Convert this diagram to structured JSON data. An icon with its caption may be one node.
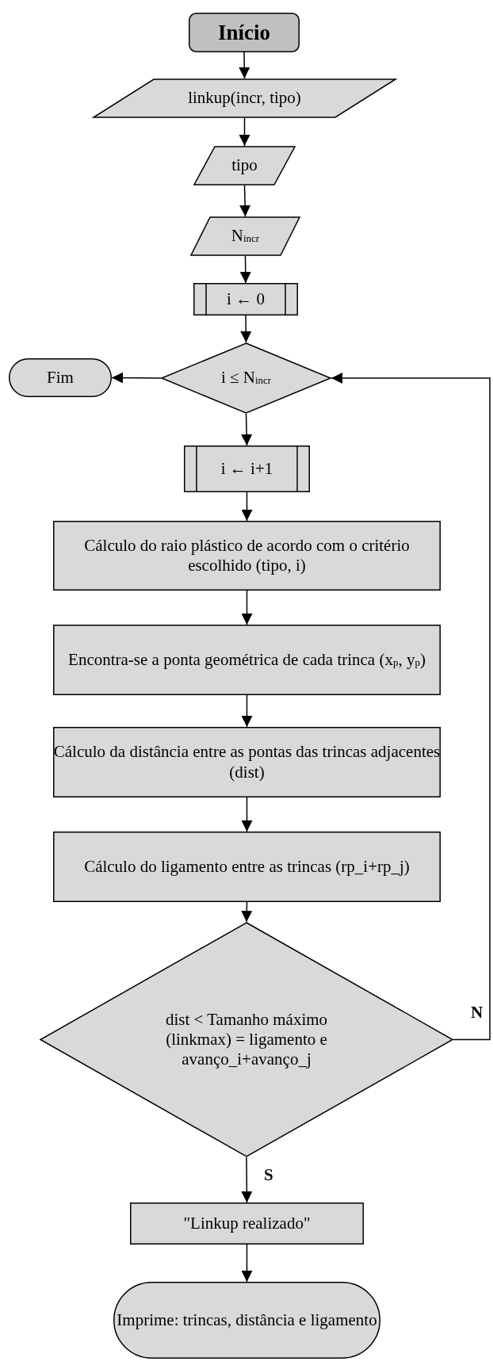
{
  "diagram": {
    "nodes": [
      {
        "text": [
          "Início"
        ]
      },
      {
        "text": [
          "linkup(incr, tipo)"
        ]
      },
      {
        "text": [
          "tipo"
        ]
      },
      {
        "text": [
          "N$_{incr}$"
        ]
      },
      {
        "text": [
          "i ← 0"
        ]
      },
      {
        "text": [
          "Fim"
        ]
      },
      {
        "text": [
          "i ≤ N$_{incr}$"
        ]
      },
      {
        "text": [
          "i ← i+1"
        ]
      },
      {
        "text": [
          "Cálculo do raio plástico de acordo com o critério escolhido (tipo, i)"
        ]
      },
      {
        "text": [
          "Encontra-se a ponta geométrica de cada trinca (x$_{p}$, y$_{p}$)"
        ]
      },
      {
        "text": [
          "Cálculo da distância entre as pontas das trincas adjacentes (dist)"
        ]
      },
      {
        "text": [
          "Cálculo do ligamento entre as trincas (rp_i+rp_j)"
        ]
      },
      {
        "text": [
          "dist < Tamanho máximo (linkmax) = ligamento e avanço_i+avanço_j"
        ]
      },
      {
        "text": [
          "\"Linkup realizado\""
        ]
      },
      {
        "text": [
          "Imprime: trincas, distância e ligamento"
        ]
      }
    ],
    "edges": [
      {
        "from": 0,
        "to": 1,
        "arrow": "to"
      },
      {
        "from": 1,
        "to": 2,
        "arrow": "to"
      },
      {
        "from": 2,
        "to": 3,
        "arrow": "to"
      },
      {
        "from": 3,
        "to": 4,
        "arrow": "to"
      },
      {
        "from": 4,
        "to": 6,
        "arrow": "to"
      },
      {
        "from": 6,
        "to": 5,
        "arrow": "to"
      },
      {
        "from": 6,
        "to": 7,
        "arrow": "to"
      },
      {
        "from": 7,
        "to": 8,
        "arrow": "to"
      },
      {
        "from": 8,
        "to": 9,
        "arrow": "to"
      },
      {
        "from": 9,
        "to": 10,
        "arrow": "to"
      },
      {
        "from": 10,
        "to": 11,
        "arrow": "to"
      },
      {
        "from": 11,
        "to": 12,
        "arrow": "to"
      },
      {
        "from": 12,
        "to": 6,
        "arrow": "to",
        "label": "N"
      },
      {
        "from": 12,
        "to": 13,
        "arrow": "to",
        "label": "S"
      },
      {
        "from": 13,
        "to": 14,
        "arrow": "to"
      }
    ]
  }
}
